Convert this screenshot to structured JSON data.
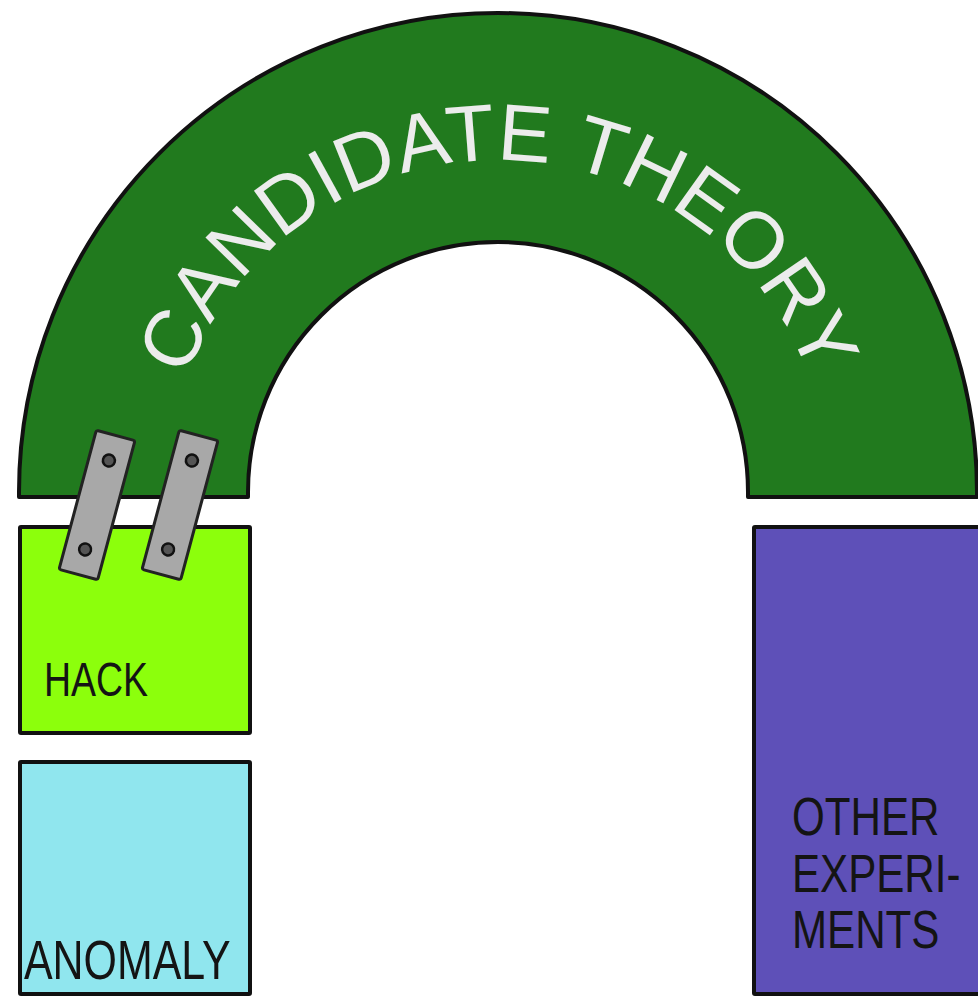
{
  "diagram": {
    "nodes": [
      {
        "text": [
          "CANDIDATE THEORY"
        ]
      },
      {
        "text": [
          "HACK"
        ]
      },
      {
        "text": [
          "ANOMALY"
        ]
      },
      {
        "text": [
          "OTHER EXPERI- MENTS"
        ]
      }
    ]
  }
}
